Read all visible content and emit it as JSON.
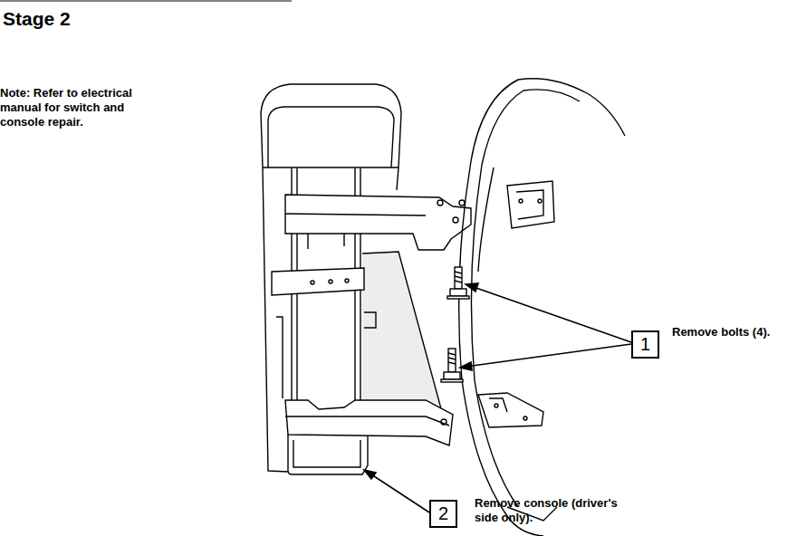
{
  "diagram": {
    "title": "Stage 2",
    "nodes": [
      {
        "text": [
          "1"
        ]
      },
      {
        "text": [
          "2"
        ]
      }
    ],
    "labels": [
      "Note: Refer to electrical manual for switch and console repair.",
      "Remove bolts (4).",
      "Remove console (driver's side only)."
    ]
  }
}
